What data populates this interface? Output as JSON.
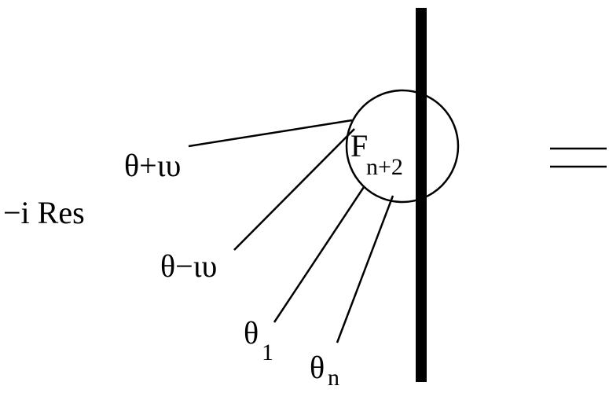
{
  "colors": {
    "ink": "#000000",
    "background": "#ffffff"
  },
  "diagram": {
    "prefix_label": "−i Res",
    "vertex": {
      "symbol": "F",
      "subscript": "n+2"
    },
    "legs": [
      {
        "label": "θ+ιυ"
      },
      {
        "label": "θ−ιυ"
      },
      {
        "label_main": "θ",
        "label_sub": "1"
      },
      {
        "label_main": "θ",
        "label_sub": "n"
      }
    ],
    "relation_symbol": "="
  }
}
